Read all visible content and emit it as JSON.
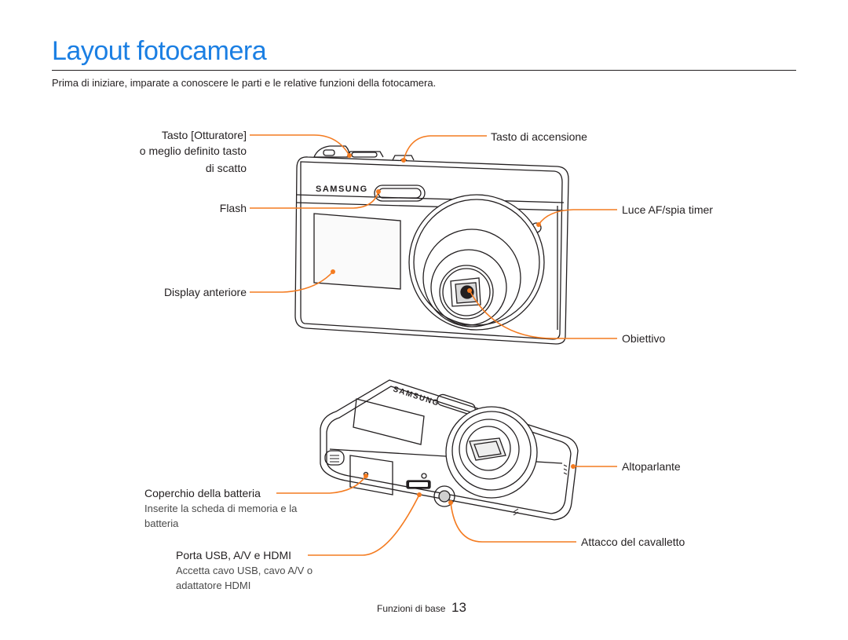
{
  "page": {
    "title": "Layout fotocamera",
    "intro": "Prima di iniziare, imparate a conoscere le parti e le relative funzioni della fotocamera.",
    "footer": {
      "section": "Funzioni di base",
      "page_number": "13"
    },
    "accent_color": "#1b7fe3",
    "callout_color": "#f47b20"
  },
  "front_view": {
    "brand": "SAMSUNG",
    "labels": {
      "shutter_line1": "Tasto [Otturatore]",
      "shutter_line2": "o meglio definito tasto",
      "shutter_line3": "di scatto",
      "flash": "Flash",
      "front_display": "Display anteriore",
      "power": "Tasto di accensione",
      "af_lamp": "Luce AF/spia timer",
      "lens": "Obiettivo"
    }
  },
  "bottom_view": {
    "brand": "SAMSUNG",
    "labels": {
      "speaker": "Altoparlante",
      "battery_cover": "Coperchio della batteria",
      "battery_cover_note_line1": "Inserite la scheda di memoria e la",
      "battery_cover_note_line2": "batteria",
      "usb_port": "Porta USB, A/V e HDMI",
      "usb_port_note_line1": "Accetta cavo USB, cavo A/V o",
      "usb_port_note_line2": "adattatore HDMI",
      "tripod": "Attacco del cavalletto"
    }
  }
}
